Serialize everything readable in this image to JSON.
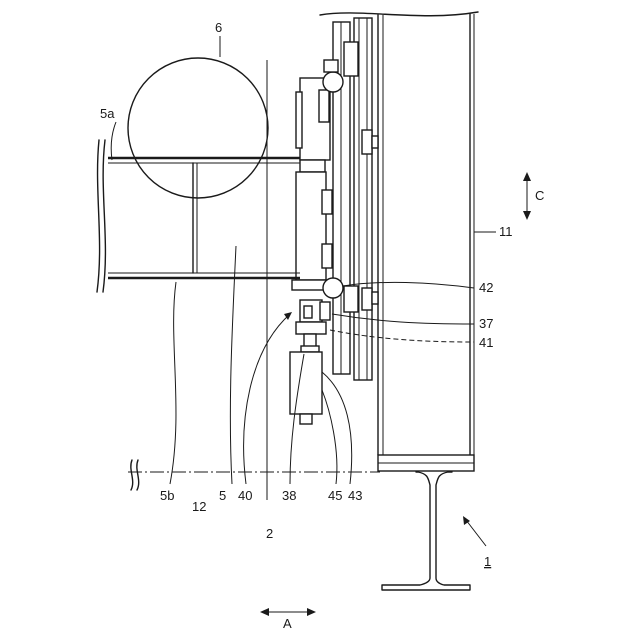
{
  "labels": {
    "l1": "1",
    "l2": "2",
    "l5": "5",
    "l5a": "5a",
    "l5b": "5b",
    "l6": "6",
    "l11": "11",
    "l12": "12",
    "l37": "37",
    "l38": "38",
    "l40": "40",
    "l41": "41",
    "l42": "42",
    "l43": "43",
    "l45": "45",
    "dirA": "A",
    "dirC": "C"
  }
}
